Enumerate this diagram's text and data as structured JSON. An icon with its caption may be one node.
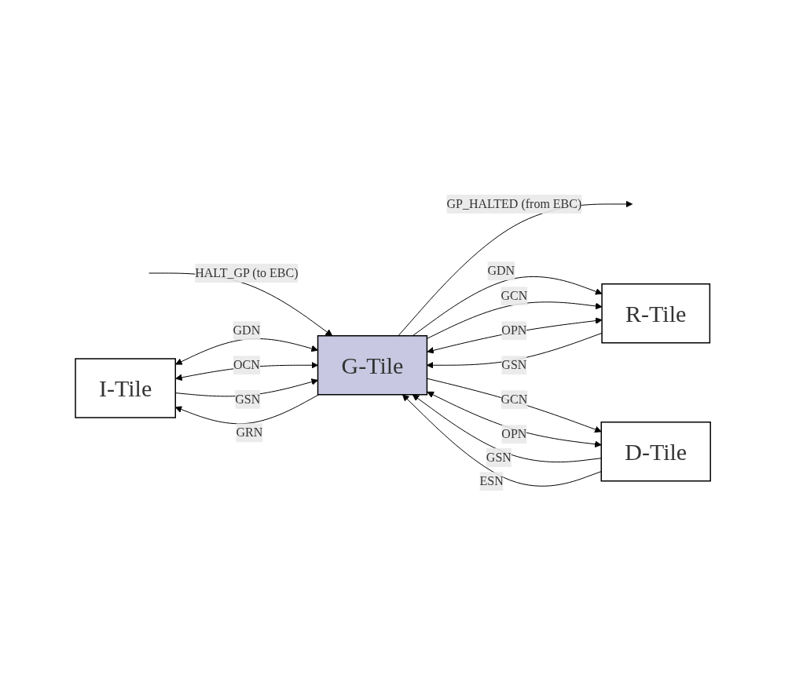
{
  "diagram": {
    "nodes": [
      {
        "text": [
          "I-Tile"
        ]
      },
      {
        "text": [
          "G-Tile"
        ]
      },
      {
        "text": [
          "R-Tile"
        ]
      },
      {
        "text": [
          "D-Tile"
        ]
      }
    ],
    "edges": [
      {
        "from": null,
        "to": 1,
        "arrow": "to",
        "label": "HALT_GP (to EBC)"
      },
      {
        "from": 1,
        "to": null,
        "arrow": "to",
        "label": "GP_HALTED (from EBC)"
      },
      {
        "from": 0,
        "to": 1,
        "arrow": "both",
        "label": "GDN"
      },
      {
        "from": 1,
        "to": 0,
        "arrow": "to",
        "label": "GRN"
      },
      {
        "from": 0,
        "to": 1,
        "arrow": "both",
        "label": "OCN"
      },
      {
        "from": 0,
        "to": 1,
        "arrow": "to",
        "label": "GSN"
      },
      {
        "from": 1,
        "to": 2,
        "arrow": "to",
        "label": "GDN"
      },
      {
        "from": 1,
        "to": 2,
        "arrow": "to",
        "label": "GCN"
      },
      {
        "from": 2,
        "to": 1,
        "arrow": "to",
        "label": "GSN"
      },
      {
        "from": 1,
        "to": 2,
        "arrow": "both",
        "label": "OPN"
      },
      {
        "from": 1,
        "to": 3,
        "arrow": "to",
        "label": "GCN"
      },
      {
        "from": 3,
        "to": 1,
        "arrow": "to",
        "label": "GSN"
      },
      {
        "from": 3,
        "to": 1,
        "arrow": "to",
        "label": "ESN"
      },
      {
        "from": 1,
        "to": 3,
        "arrow": "both",
        "label": "OPN"
      }
    ]
  }
}
